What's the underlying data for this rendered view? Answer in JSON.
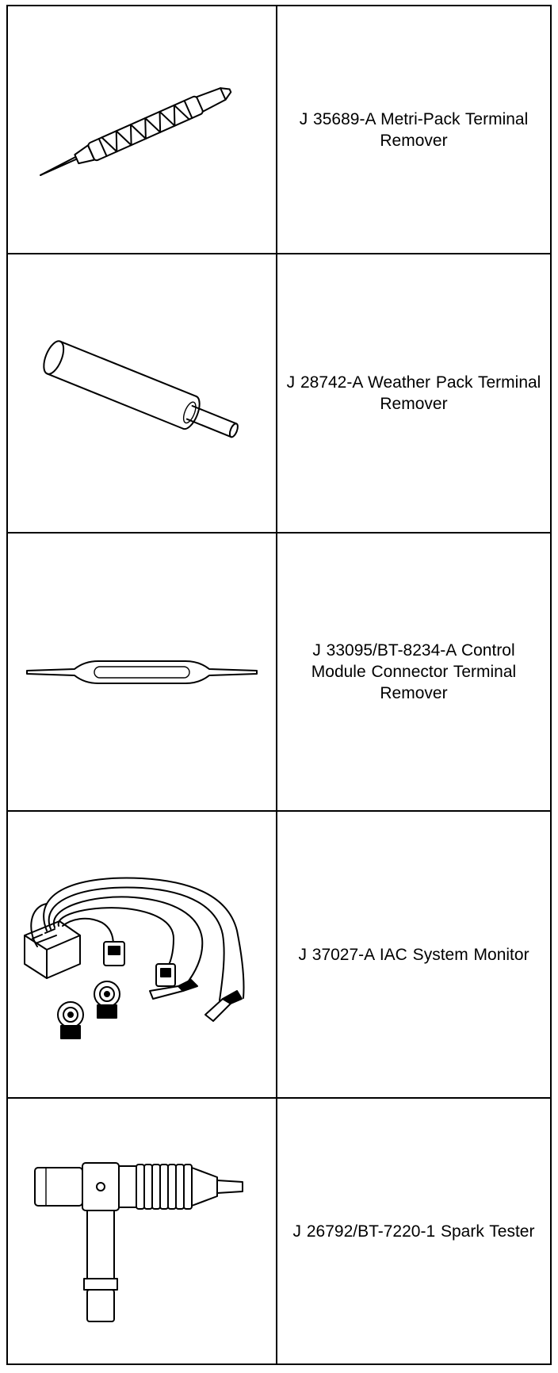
{
  "tools": [
    {
      "name": "J 35689-A Metri-Pack Terminal Remover",
      "icon": "metri-pack-terminal-remover-icon"
    },
    {
      "name": "J 28742-A Weather Pack Terminal Remover",
      "icon": "weather-pack-terminal-remover-icon"
    },
    {
      "name": "J 33095/BT-8234-A Control Module Connector Terminal Remover",
      "icon": "control-module-terminal-remover-icon"
    },
    {
      "name": "J 37027-A IAC System Monitor",
      "icon": "iac-system-monitor-icon"
    },
    {
      "name": "J 26792/BT-7220-1 Spark Tester",
      "icon": "spark-tester-icon"
    }
  ]
}
